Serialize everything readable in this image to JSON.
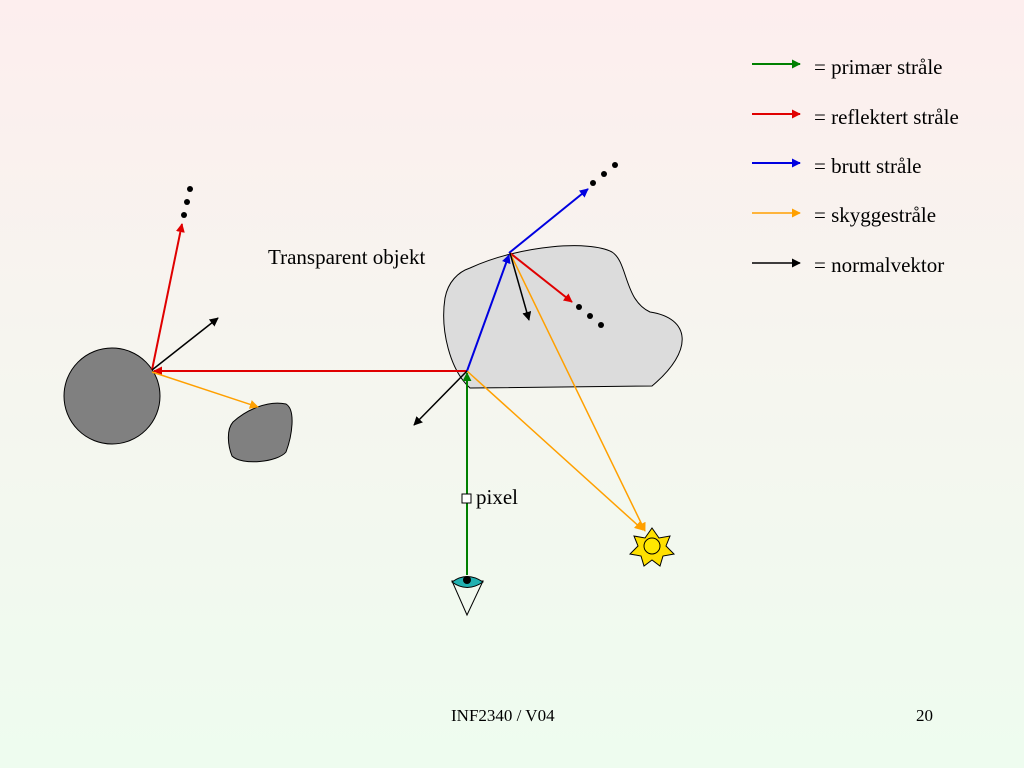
{
  "diagram": {
    "transparent_label": "Transparent objekt",
    "pixel_label": "pixel"
  },
  "legend": [
    {
      "label": "= primær stråle",
      "color": "#008000"
    },
    {
      "label": "= reflektert stråle",
      "color": "#e00000"
    },
    {
      "label": "= brutt stråle",
      "color": "#0000e0"
    },
    {
      "label": "= skyggestråle",
      "color": "#ffa000"
    },
    {
      "label": "= normalvektor",
      "color": "#000000"
    }
  ],
  "footer": {
    "course": "INF2340 / V04",
    "page": "20"
  }
}
